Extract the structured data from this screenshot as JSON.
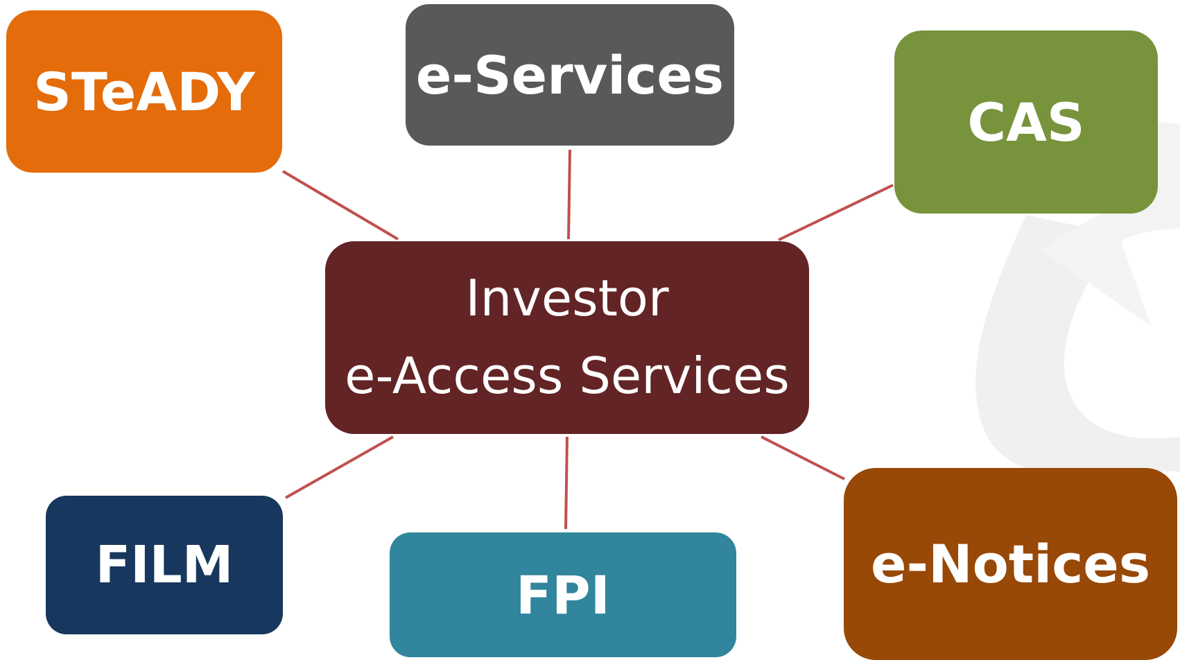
{
  "diagram": {
    "center": {
      "lines": [
        "Investor",
        "e-Access Services"
      ],
      "color": "#632425"
    },
    "nodes": [
      {
        "id": "steady",
        "label": "STeADY",
        "color": "#e46c0a"
      },
      {
        "id": "eserv",
        "label": "e-Services",
        "color": "#595959"
      },
      {
        "id": "cas",
        "label": "CAS",
        "color": "#77933c"
      },
      {
        "id": "film",
        "label": "FILM",
        "color": "#17375e"
      },
      {
        "id": "fpi",
        "label": "FPI",
        "color": "#31859c"
      },
      {
        "id": "enotices",
        "label": "e-Notices",
        "color": "#984807"
      }
    ],
    "connector_color": "#c0504d"
  }
}
